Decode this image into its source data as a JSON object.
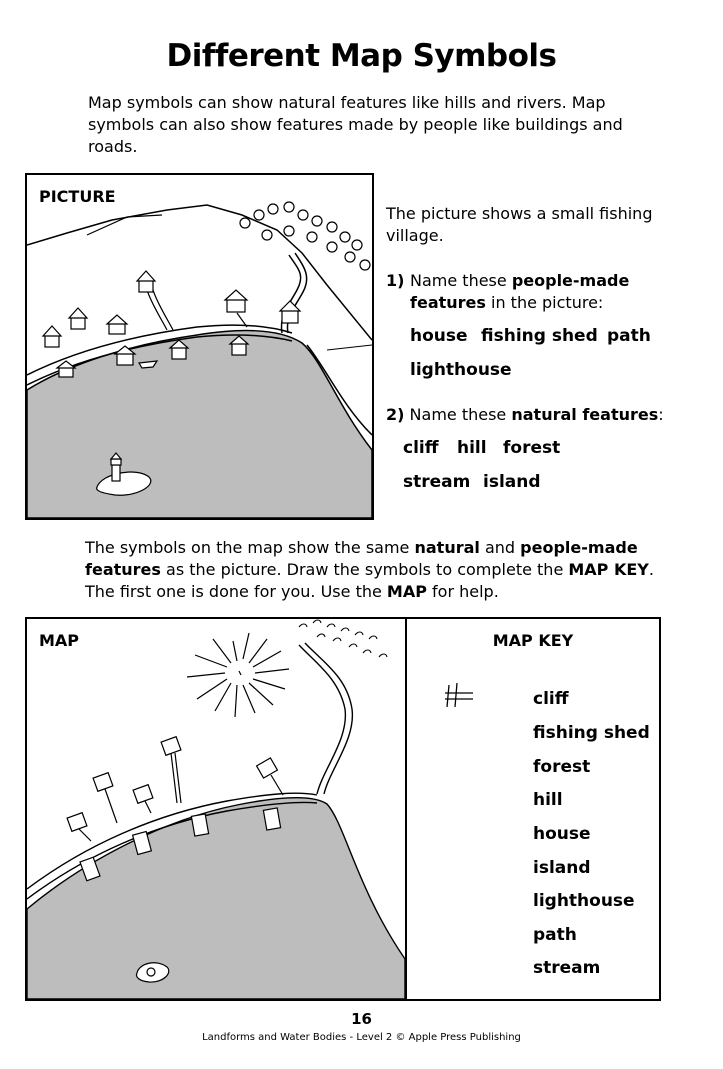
{
  "title": "Different Map Symbols",
  "intro": "Map symbols can show natural features like hills and rivers. Map symbols can also show features made by people like buildings and roads.",
  "picture": {
    "label": "PICTURE",
    "description": "The picture shows a small fishing village.",
    "q1": {
      "number": "1)",
      "text_before": "Name these ",
      "bold": "people-made features",
      "text_after": " in the picture:",
      "answers": [
        "house",
        "fishing shed",
        "path",
        "lighthouse"
      ]
    },
    "q2": {
      "number": "2)",
      "text_before": "Name these ",
      "bold": "natural features",
      "text_after": ":",
      "answers": [
        "cliff",
        "hill",
        "forest",
        "stream",
        "island"
      ]
    }
  },
  "instructions": {
    "part1": "The symbols on the map show the same ",
    "bold1": "natural",
    "part2": " and ",
    "bold2": "people-made features",
    "part3": " as the picture. Draw the symbols to complete the ",
    "bold3": "MAP KEY",
    "part4": ". The first one is done for you. Use the ",
    "bold4": "MAP",
    "part5": " for help."
  },
  "map": {
    "label": "MAP"
  },
  "map_key": {
    "title": "MAP KEY",
    "items": [
      "cliff",
      "fishing shed",
      "forest",
      "hill",
      "house",
      "island",
      "lighthouse",
      "path",
      "stream"
    ]
  },
  "footer": {
    "page_number": "16",
    "credit": "Landforms and Water Bodies - Level 2 © Apple Press Publishing"
  }
}
